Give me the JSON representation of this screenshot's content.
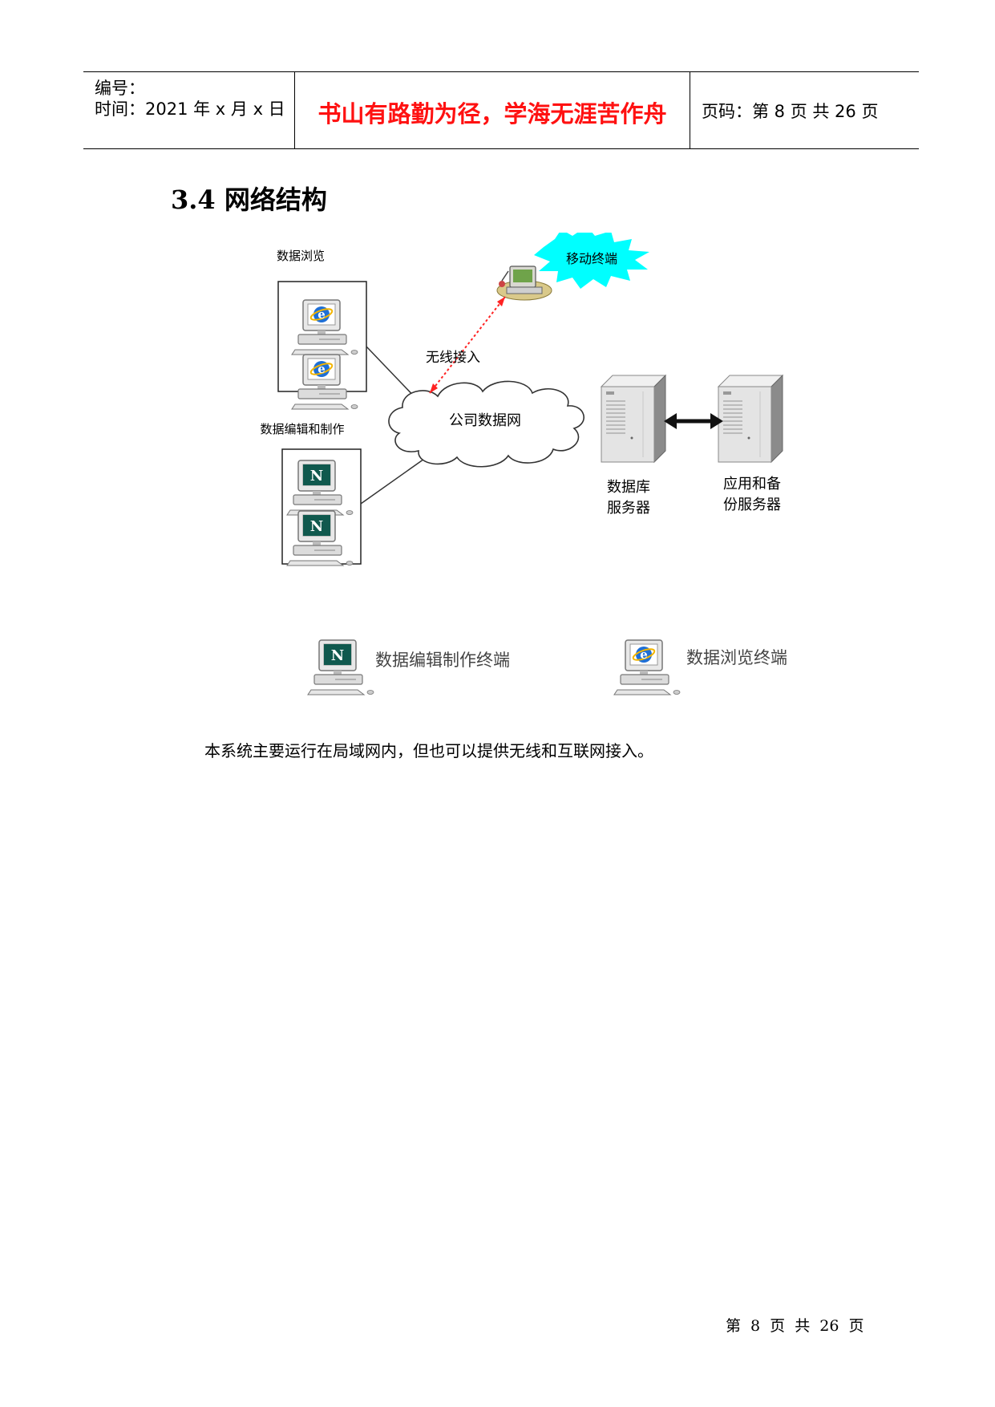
{
  "header": {
    "number_label": "编号：",
    "time_label": "时间：2021 年 x 月 x 日",
    "motto": "书山有路勤为径，学海无涯苦作舟",
    "page_code": "页码：第 8 页  共 26 页"
  },
  "section": {
    "title": "3.4 网络结构"
  },
  "diagram": {
    "group_browse": "数据浏览",
    "group_edit": "数据编辑和制作",
    "mobile_terminal": "移动终端",
    "wireless_access": "无线接入",
    "company_network": "公司数据网",
    "db_server_line1": "数据库",
    "db_server_line2": "服务器",
    "app_server_line1": "应用和备",
    "app_server_line2": "份服务器",
    "legend_edit": "数据编辑制作终端",
    "legend_browse": "数据浏览终端",
    "colors": {
      "burst": "#00ffff",
      "wireless_link": "#ff2222",
      "browser_icon": "#1e6fd6",
      "edit_icon": "#1a7a6a"
    }
  },
  "body": {
    "paragraph": "本系统主要运行在局域网内，但也可以提供无线和互联网接入。"
  },
  "footer": {
    "page": "第 8 页 共 26 页"
  }
}
